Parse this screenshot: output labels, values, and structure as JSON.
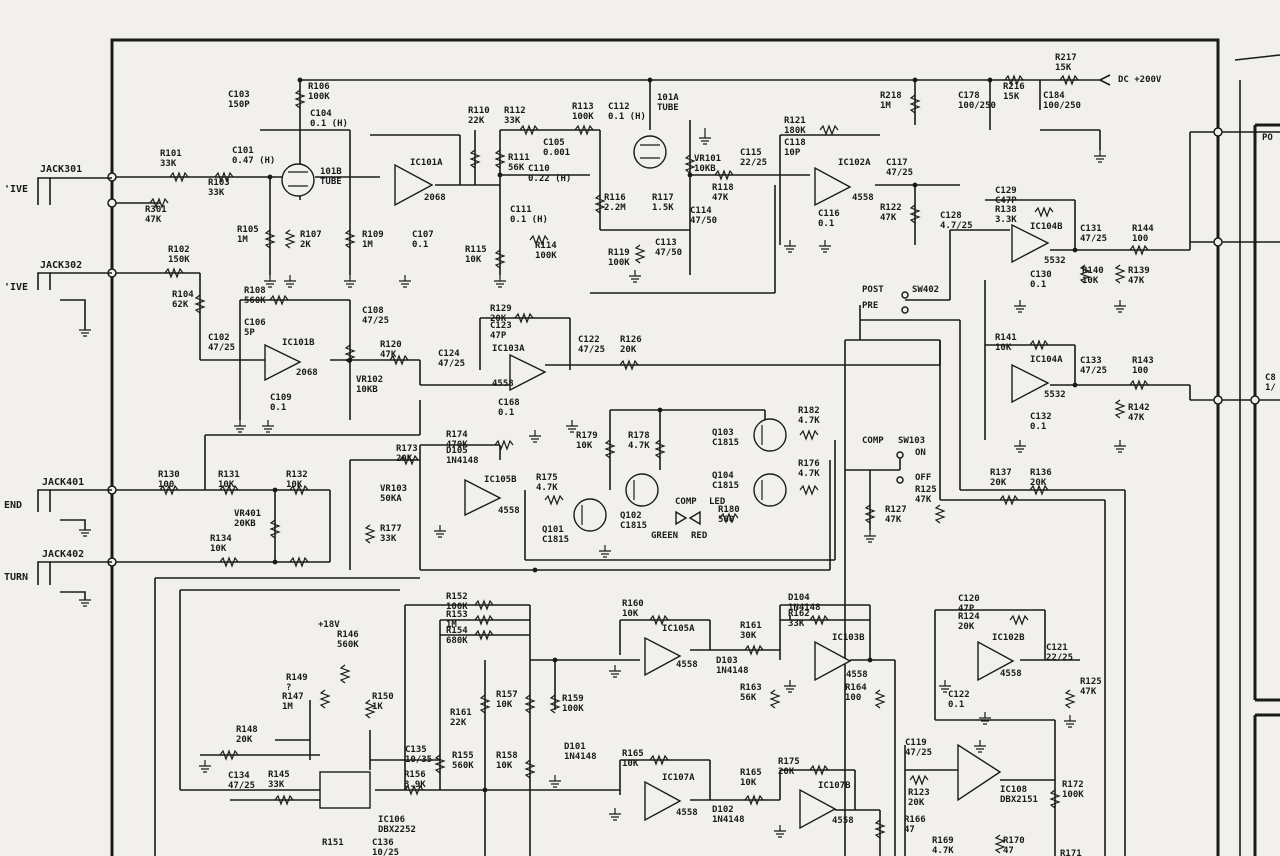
{
  "colors": {
    "ink": "#1a1a1a",
    "paper": "#f1f0ec"
  },
  "jacks": {
    "j301": "JACK301",
    "j302": "JACK302",
    "j401": "JACK401",
    "j402": "JACK402",
    "edge_j301": "'IVE",
    "edge_j302": "'IVE",
    "edge_j401": "END",
    "edge_j402": "TURN"
  },
  "supply": {
    "label": "DC +200V",
    "plus18": "+18V"
  },
  "switches": {
    "sw402": "SW402",
    "post": "POST",
    "pre": "PRE",
    "sw103": "SW103",
    "comp": "COMP",
    "on": "ON",
    "off": "OFF"
  },
  "ics": {
    "ic101a": [
      "IC101A",
      "2068"
    ],
    "ic101b": [
      "IC101B",
      "2068"
    ],
    "ic102a": [
      "IC102A",
      "4558"
    ],
    "ic102b": [
      "IC102B",
      "4558"
    ],
    "ic103a": [
      "IC103A",
      "4558"
    ],
    "ic103b": [
      "IC103B",
      "4558"
    ],
    "ic104a": [
      "IC104A",
      "5532"
    ],
    "ic104b": [
      "IC104B",
      "5532"
    ],
    "ic105a": [
      "IC105A",
      "4558"
    ],
    "ic105b": [
      "IC105B",
      "4558"
    ],
    "ic106": [
      "IC106",
      "DBX2252"
    ],
    "ic107a": [
      "IC107A",
      "4558"
    ],
    "ic107b": [
      "IC107B",
      "4558"
    ],
    "ic108": [
      "IC108",
      "DBX2151"
    ],
    "tube1": [
      "101B",
      "TUBE"
    ],
    "tube2": [
      "101A",
      "TUBE"
    ]
  },
  "transistors": [
    [
      "Q101",
      "C1815"
    ],
    [
      "Q102",
      "C1815"
    ],
    [
      "Q103",
      "C1815"
    ],
    [
      "Q104",
      "C1815"
    ]
  ],
  "led": [
    "COMP",
    "LED",
    "GREEN",
    "RED"
  ],
  "components": [
    {
      "r": "R101",
      "v": "33K"
    },
    {
      "r": "R103",
      "v": "33K"
    },
    {
      "r": "R301",
      "v": "47K"
    },
    {
      "r": "R102",
      "v": "150K"
    },
    {
      "r": "R104",
      "v": "62K"
    },
    {
      "r": "C101",
      "v": "0.47 (H)"
    },
    {
      "r": "C103",
      "v": "150P"
    },
    {
      "r": "R106",
      "v": "100K"
    },
    {
      "r": "C104",
      "v": "0.1 (H)"
    },
    {
      "r": "R105",
      "v": "1M"
    },
    {
      "r": "R107",
      "v": "2K"
    },
    {
      "r": "R109",
      "v": "1M"
    },
    {
      "r": "C107",
      "v": "0.1"
    },
    {
      "r": "R110",
      "v": "22K"
    },
    {
      "r": "R112",
      "v": "33K"
    },
    {
      "r": "R113",
      "v": "100K"
    },
    {
      "r": "C112",
      "v": "0.1 (H)"
    },
    {
      "r": "C105",
      "v": "0.001"
    },
    {
      "r": "R111",
      "v": "56K"
    },
    {
      "r": "C110",
      "v": "0.22 (H)"
    },
    {
      "r": "C111",
      "v": "0.1 (H)"
    },
    {
      "r": "R114",
      "v": "100K"
    },
    {
      "r": "R115",
      "v": "10K"
    },
    {
      "r": "R116",
      "v": "2.2M"
    },
    {
      "r": "R117",
      "v": "1.5K"
    },
    {
      "r": "C114",
      "v": "47/50"
    },
    {
      "r": "C113",
      "v": "47/50"
    },
    {
      "r": "R119",
      "v": "100K"
    },
    {
      "r": "VR101",
      "v": "10KB"
    },
    {
      "r": "C115",
      "v": "22/25"
    },
    {
      "r": "R118",
      "v": "47K"
    },
    {
      "r": "R121",
      "v": "180K"
    },
    {
      "r": "C118",
      "v": "10P"
    },
    {
      "r": "C117",
      "v": "47/25"
    },
    {
      "r": "R122",
      "v": "47K"
    },
    {
      "r": "C116",
      "v": "0.1"
    },
    {
      "r": "R218",
      "v": "1M"
    },
    {
      "r": "C178",
      "v": "100/250"
    },
    {
      "r": "R216",
      "v": "15K"
    },
    {
      "r": "R217",
      "v": "15K"
    },
    {
      "r": "C184",
      "v": "100/250"
    },
    {
      "r": "C129",
      "v": "C47P"
    },
    {
      "r": "R138",
      "v": "3.3K"
    },
    {
      "r": "C128",
      "v": "4.7/25"
    },
    {
      "r": "C131",
      "v": "47/25"
    },
    {
      "r": "R144",
      "v": "100"
    },
    {
      "r": "C130",
      "v": "0.1"
    },
    {
      "r": "R140",
      "v": "10K"
    },
    {
      "r": "R139",
      "v": "47K"
    },
    {
      "r": "R141",
      "v": "10K"
    },
    {
      "r": "C133",
      "v": "47/25"
    },
    {
      "r": "R143",
      "v": "100"
    },
    {
      "r": "C132",
      "v": "0.1"
    },
    {
      "r": "R142",
      "v": "47K"
    },
    {
      "r": "R108",
      "v": "560K"
    },
    {
      "r": "C106",
      "v": "5P"
    },
    {
      "r": "C108",
      "v": "47/25"
    },
    {
      "r": "C102",
      "v": "47/25"
    },
    {
      "r": "R120",
      "v": "47K"
    },
    {
      "r": "VR102",
      "v": "10KB"
    },
    {
      "r": "C109",
      "v": "0.1"
    },
    {
      "r": "R129",
      "v": "20K"
    },
    {
      "r": "C123",
      "v": "47P"
    },
    {
      "r": "C122",
      "v": "47/25"
    },
    {
      "r": "R126",
      "v": "20K"
    },
    {
      "r": "C124",
      "v": "47/25"
    },
    {
      "r": "C168",
      "v": "0.1"
    },
    {
      "r": "R174",
      "v": "470K"
    },
    {
      "r": "D105",
      "v": "1N4148"
    },
    {
      "r": "R173",
      "v": "20K"
    },
    {
      "r": "VR103",
      "v": "50KA"
    },
    {
      "r": "R177",
      "v": "33K"
    },
    {
      "r": "R175",
      "v": "4.7K"
    },
    {
      "r": "R179",
      "v": "10K"
    },
    {
      "r": "R178",
      "v": "4.7K"
    },
    {
      "r": "R182",
      "v": "4.7K"
    },
    {
      "r": "R176",
      "v": "4.7K"
    },
    {
      "r": "R180",
      "v": "560"
    },
    {
      "r": "R137",
      "v": "20K"
    },
    {
      "r": "R136",
      "v": "20K"
    },
    {
      "r": "R125",
      "v": "47K"
    },
    {
      "r": "R127",
      "v": "47K"
    },
    {
      "r": "R130",
      "v": "100"
    },
    {
      "r": "R131",
      "v": "10K"
    },
    {
      "r": "R132",
      "v": "10K"
    },
    {
      "r": "VR401",
      "v": "20KB"
    },
    {
      "r": "R134",
      "v": "10K"
    },
    {
      "r": "R152",
      "v": "100K"
    },
    {
      "r": "R153",
      "v": "1M"
    },
    {
      "r": "R154",
      "v": "680K"
    },
    {
      "r": "R146",
      "v": "560K"
    },
    {
      "r": "R161",
      "v": "22K"
    },
    {
      "r": "R157",
      "v": "10K"
    },
    {
      "r": "R159",
      "v": "100K"
    },
    {
      "r": "D101",
      "v": "1N4148"
    },
    {
      "r": "R158",
      "v": "10K"
    },
    {
      "r": "R155",
      "v": "560K"
    },
    {
      "r": "R149",
      "v": "?"
    },
    {
      "r": "R147",
      "v": "1M"
    },
    {
      "r": "R150",
      "v": "1K"
    },
    {
      "r": "R148",
      "v": "20K"
    },
    {
      "r": "C134",
      "v": "47/25"
    },
    {
      "r": "R145",
      "v": "33K"
    },
    {
      "r": "C135",
      "v": "10/35"
    },
    {
      "r": "R156",
      "v": "3.9K"
    },
    {
      "r": "R151",
      "v": ""
    },
    {
      "r": "C136",
      "v": "10/25"
    },
    {
      "r": "R160",
      "v": "10K"
    },
    {
      "r": "D103",
      "v": "1N4148"
    },
    {
      "r": "D104",
      "v": "1N4148"
    },
    {
      "r": "R162",
      "v": "33K"
    },
    {
      "r": "R161",
      "v": "30K"
    },
    {
      "r": "R163",
      "v": "56K"
    },
    {
      "r": "R164",
      "v": "100"
    },
    {
      "r": "R165",
      "v": "10K"
    },
    {
      "r": "D102",
      "v": "1N4148"
    },
    {
      "r": "R175",
      "v": "20K"
    },
    {
      "r": "R165",
      "v": "10K"
    },
    {
      "r": "R166",
      "v": "47"
    },
    {
      "r": "C120",
      "v": "47P"
    },
    {
      "r": "R124",
      "v": "20K"
    },
    {
      "r": "C121",
      "v": "22/25"
    },
    {
      "r": "C122",
      "v": "0.1"
    },
    {
      "r": "R125",
      "v": "47K"
    },
    {
      "r": "C119",
      "v": "47/25"
    },
    {
      "r": "R123",
      "v": "20K"
    },
    {
      "r": "R172",
      "v": "100K"
    },
    {
      "r": "R169",
      "v": "4.7K"
    },
    {
      "r": "R170",
      "v": "47"
    },
    {
      "r": "R171",
      "v": ""
    },
    {
      "r": "C8",
      "v": "1/"
    },
    {
      "r": "PO",
      "v": ""
    }
  ]
}
